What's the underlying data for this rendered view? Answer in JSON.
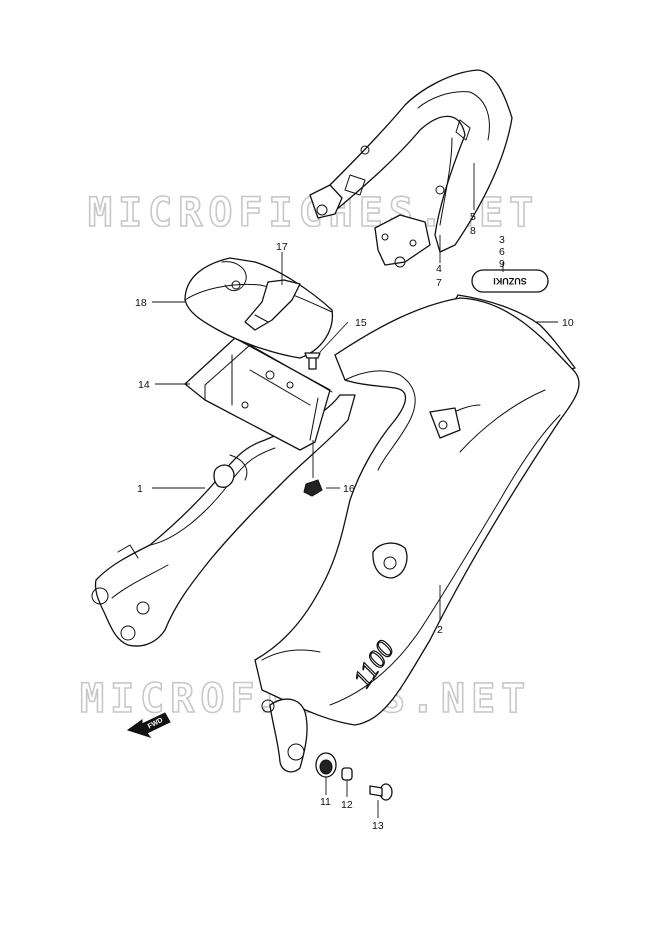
{
  "watermarks": [
    "MICROFICHES.NET",
    "MICROFICHES.NET"
  ],
  "fwd_arrow_label": "FWD",
  "badge_text": "SUZUKI",
  "cowl_text": "1100",
  "callouts": {
    "c1": "1",
    "c2": "2",
    "c3": "3",
    "c4": "4",
    "c5": "5",
    "c6": "6",
    "c7": "7",
    "c8": "8",
    "c9": "9",
    "c10": "10",
    "c11": "11",
    "c12": "12",
    "c13": "13",
    "c14": "14",
    "c15": "15",
    "c16": "16",
    "c17": "17",
    "c18": "18"
  }
}
